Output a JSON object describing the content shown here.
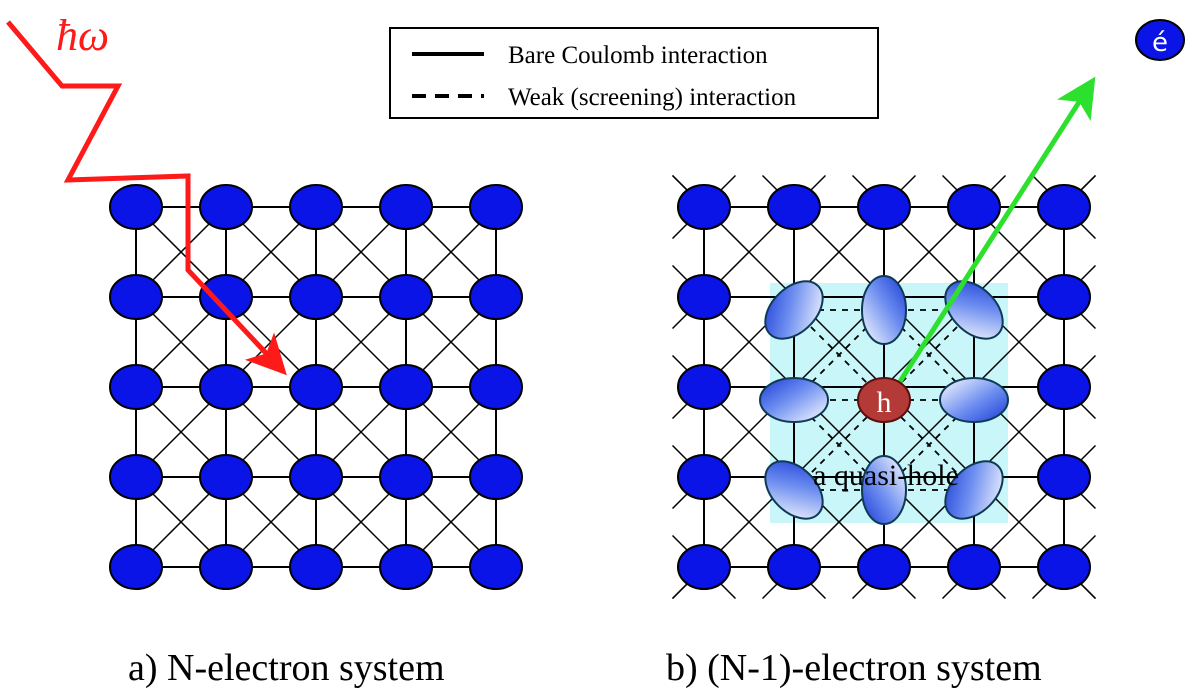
{
  "photon_label": "ħω",
  "electron_label": "é",
  "hole_label": "h",
  "quasi_hole_label": "a  quasi-hole",
  "legend": {
    "solid_label": "Bare  Coulomb  interaction",
    "dashed_label": "Weak  (screening)  interaction"
  },
  "captions": {
    "left": "a)  N-electron  system",
    "right": "b)  (N-1)-electron  system"
  },
  "colors": {
    "electron": "#0a14e6",
    "hole": "#b33a36",
    "photon": "#ff1a1a",
    "emitted_arrow": "#2ee02e",
    "quasi_hole_region": "#bff6f8",
    "bond": "#000000"
  },
  "grid": {
    "rows": 5,
    "cols": 5
  }
}
